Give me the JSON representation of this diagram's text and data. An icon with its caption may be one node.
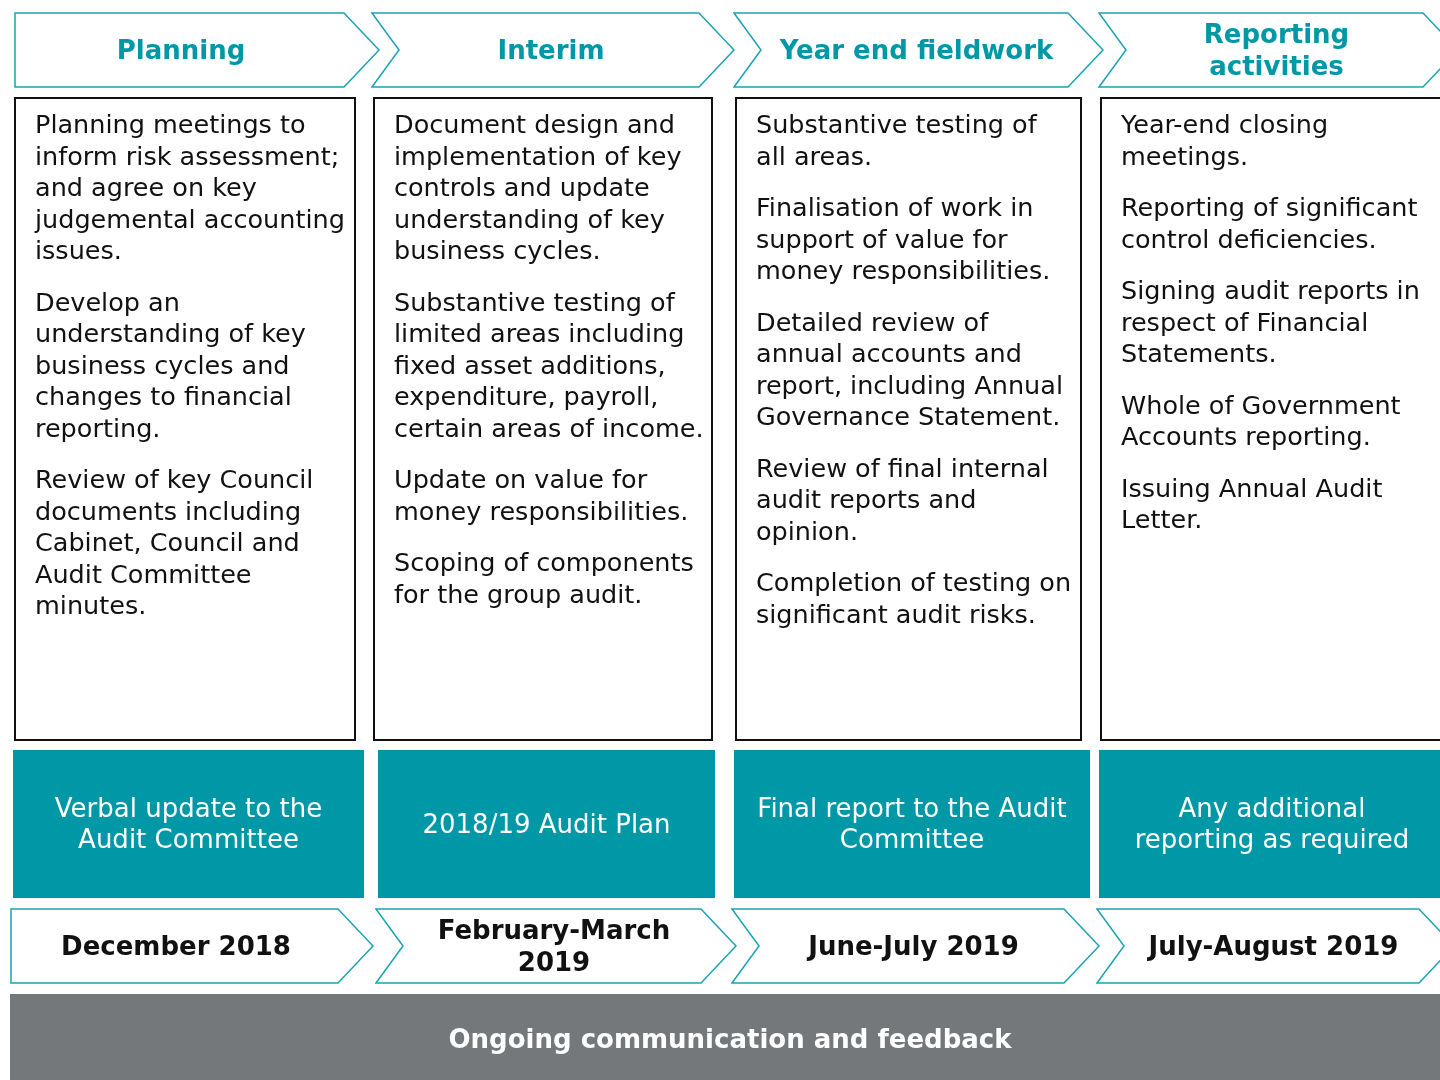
{
  "diagram": {
    "nodes": [
      {
        "text": [
          "Planning"
        ]
      },
      {
        "text": [
          "Interim"
        ]
      },
      {
        "text": [
          "Year end fieldwork"
        ]
      },
      {
        "text": [
          "Reporting activities"
        ]
      },
      {
        "text": [
          "Planning meetings to inform risk assessment; and agree on key judgemental accounting issues.",
          "Develop an understanding of key business cycles and changes to financial reporting.",
          "Review of key Council documents including Cabinet, Council and Audit Committee minutes."
        ]
      },
      {
        "text": [
          "Document design and implementation of key controls and update understanding of key business cycles.",
          "Substantive testing of limited areas including fixed asset additions, expenditure, payroll, certain areas of income.",
          "Update on value for money responsibilities.",
          "Scoping of components for the group audit."
        ]
      },
      {
        "text": [
          "Substantive testing of all areas.",
          "Finalisation of work in support of value for money responsibilities.",
          "Detailed review of annual accounts and report, including Annual Governance Statement.",
          "Review of final internal audit reports and opinion.",
          "Completion of testing on significant audit risks."
        ]
      },
      {
        "text": [
          "Year-end closing meetings.",
          "Reporting of significant control deficiencies.",
          "Signing audit reports in respect of Financial Statements.",
          "Whole of Government Accounts reporting.",
          "Issuing Annual Audit Letter."
        ]
      },
      {
        "text": [
          "Verbal update to the Audit Committee"
        ]
      },
      {
        "text": [
          "2018/19 Audit Plan"
        ]
      },
      {
        "text": [
          "Final report to the Audit Committee"
        ]
      },
      {
        "text": [
          "Any additional reporting as required"
        ]
      },
      {
        "text": [
          "December 2018"
        ]
      },
      {
        "text": [
          "February-March 2019"
        ]
      },
      {
        "text": [
          "June-July 2019"
        ]
      },
      {
        "text": [
          "July-August 2019"
        ]
      },
      {
        "text": [
          "Ongoing communication and feedback"
        ]
      }
    ]
  }
}
